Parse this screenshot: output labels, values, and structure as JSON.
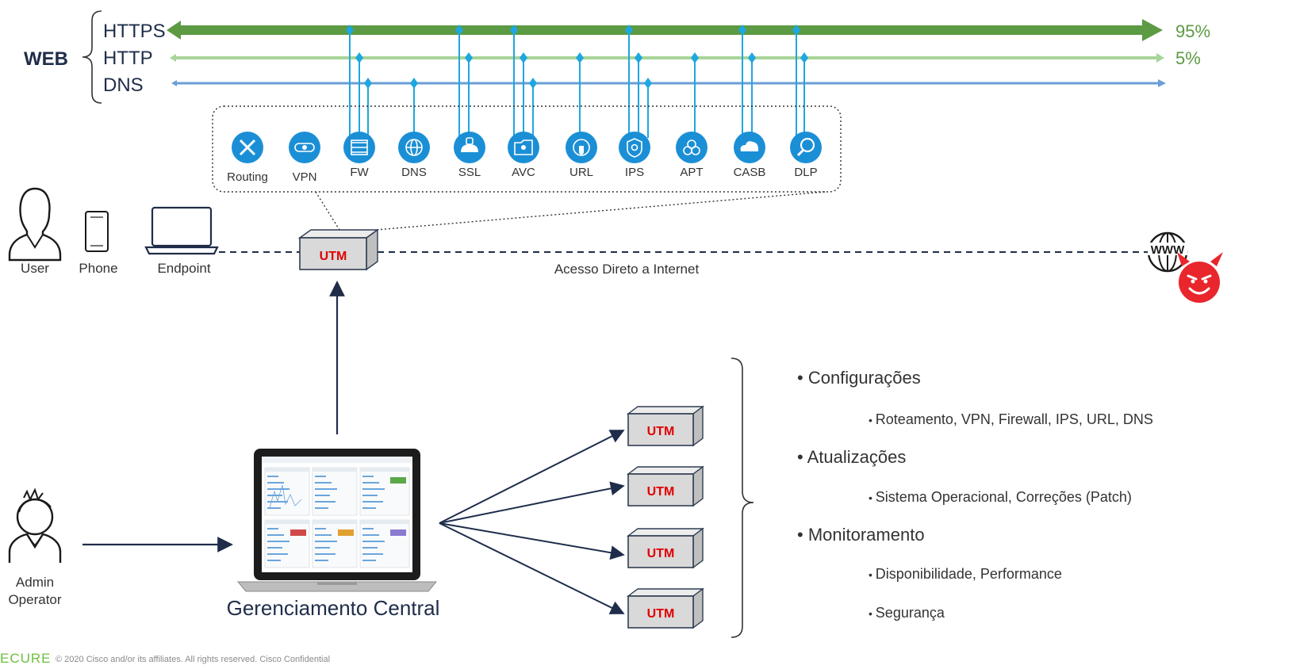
{
  "web": {
    "group_label": "WEB",
    "protocols": [
      {
        "name": "HTTPS",
        "share": "95%",
        "color": "#5c9a43"
      },
      {
        "name": "HTTP",
        "share": "5%",
        "color": "#a8d59a"
      },
      {
        "name": "DNS",
        "share": "",
        "color": "#6b9ed6"
      }
    ]
  },
  "services": [
    {
      "label": "Routing",
      "icon": "routing-icon"
    },
    {
      "label": "VPN",
      "icon": "vpn-icon"
    },
    {
      "label": "FW",
      "icon": "firewall-icon"
    },
    {
      "label": "DNS",
      "icon": "dns-icon"
    },
    {
      "label": "SSL",
      "icon": "ssl-icon"
    },
    {
      "label": "AVC",
      "icon": "app-icon"
    },
    {
      "label": "URL",
      "icon": "url-icon"
    },
    {
      "label": "IPS",
      "icon": "ips-icon"
    },
    {
      "label": "APT",
      "icon": "biohazard-icon"
    },
    {
      "label": "CASB",
      "icon": "cloud-icon"
    },
    {
      "label": "DLP",
      "icon": "dlp-icon"
    }
  ],
  "devices": {
    "user": "User",
    "phone": "Phone",
    "endpoint": "Endpoint",
    "utm": "UTM",
    "internet_link": "Acesso Direto a Internet",
    "internet_icon_text": "WWW"
  },
  "management": {
    "operator_line1": "Admin",
    "operator_line2": "Operator",
    "console_label": "Gerenciamento Central",
    "managed_utm_labels": [
      "UTM",
      "UTM",
      "UTM",
      "UTM"
    ]
  },
  "bullets": [
    {
      "title": "Configurações",
      "detail": "Roteamento, VPN, Firewall, IPS, URL, DNS"
    },
    {
      "title": "Atualizações",
      "detail": "Sistema Operacional, Correções (Patch)"
    },
    {
      "title": "Monitoramento",
      "detail": "Disponibilidade, Performance"
    },
    {
      "title": "",
      "detail": "Segurança"
    }
  ],
  "footer": {
    "brand": "ECURE",
    "copyright": "© 2020 Cisco and/or its affiliates. All rights reserved. Cisco Confidential"
  },
  "colors": {
    "navy": "#1f2d4a",
    "service_blue": "#1b8fd6",
    "tap_line": "#1ea7e0",
    "utm_red": "#e00000",
    "devil_red": "#e8262c",
    "brand_green": "#6bbf3b"
  }
}
